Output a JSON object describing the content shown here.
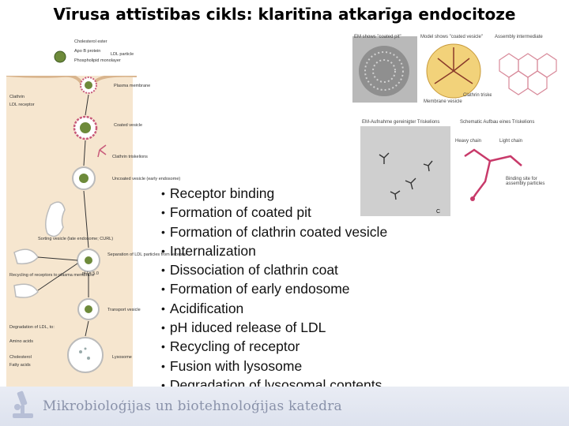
{
  "slide": {
    "title": "Vīrusa attīstības cikls: klaritīna atkarīga endocitoze"
  },
  "bullets": [
    "Receptor binding",
    "Formation of coated pit",
    "Formation of clathrin coated vesicle",
    "Internalization",
    "Dissociation of clathrin coat",
    "Formation of early endosome",
    "Acidification",
    "pH iduced release of LDL",
    "Recycling of receptor",
    "Fusion with lysosome",
    "Degradation of lysosomal contents"
  ],
  "figure_left": {
    "labels": {
      "cholesterol": "Cholesterol ester",
      "apo_protein": "Apo B protein",
      "ldl_particle": "LDL particle",
      "phospholipid": "Phospholipid monolayer",
      "clathrin": "Clathrin",
      "ldl_receptor": "LDL receptor",
      "plasma_membrane": "Plasma membrane",
      "coated_vesicle": "Coated vesicle",
      "clathrin_triskelions": "Clathrin triskelions",
      "uncoated_vesicle": "Uncoated vesicle (early endosome)",
      "sorting_vesicle": "Sorting vesicle (late endosome; CURL)",
      "separation": "Separation of LDL particles from receptor",
      "recycling": "Recycling of receptors to plasma membrane",
      "ph": "pH = 5.0",
      "transport_vesicle": "Transport vesicle",
      "degradation": "Degradation of LDL, to:",
      "amino_acids": "Amino acids",
      "cholesterol_out": "Cholesterol",
      "fatty_acids": "Fatty acids",
      "lysosome": "Lysosome"
    }
  },
  "figure_right": {
    "em_coated_pit": "EM shows \"coated pit\"",
    "model_coated_vesicle": "Model shows \"coated vesicle\"",
    "assembly_intermediate": "Assembly intermediate",
    "microtubule_label": "Membrane vesicle",
    "clathrin_triskelion_label": "Clathrin triskelion",
    "em_triskelions": "EM-Aufnahme gereinigter Triskelions",
    "schematic_triskelion": "Schematic Aufbau eines Triskelions",
    "heavy_chain": "Heavy chain",
    "light_chain": "Light chain",
    "binding_site": "Binding site for assembly particles"
  },
  "footer": {
    "text": "Mikrobioloģijas un biotehnoloģijas katedra"
  }
}
